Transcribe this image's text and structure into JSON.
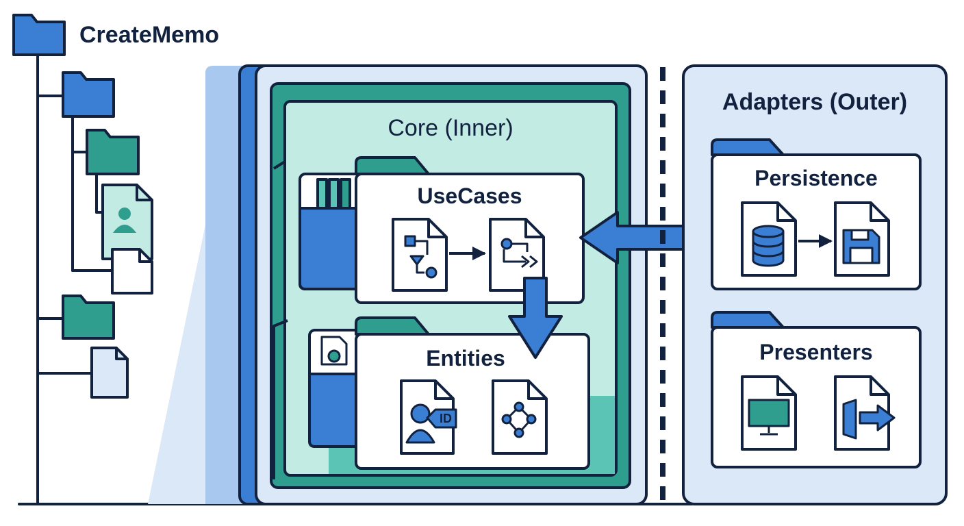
{
  "root": {
    "label": "CreateMemo"
  },
  "core": {
    "title": "Core (Inner)"
  },
  "usecases": {
    "title": "UseCases"
  },
  "entities": {
    "title": "Entities",
    "id_badge": "ID"
  },
  "adapters": {
    "title": "Adapters (Outer)"
  },
  "persistence": {
    "title": "Persistence"
  },
  "presenters": {
    "title": "Presenters"
  },
  "colors": {
    "ink": "#12223e",
    "blue": "#3b7fd4",
    "teal": "#2f9e8f",
    "light_blue": "#dbe8f8",
    "light_teal": "#c2ebe3",
    "mid_teal": "#5cc4b4"
  }
}
